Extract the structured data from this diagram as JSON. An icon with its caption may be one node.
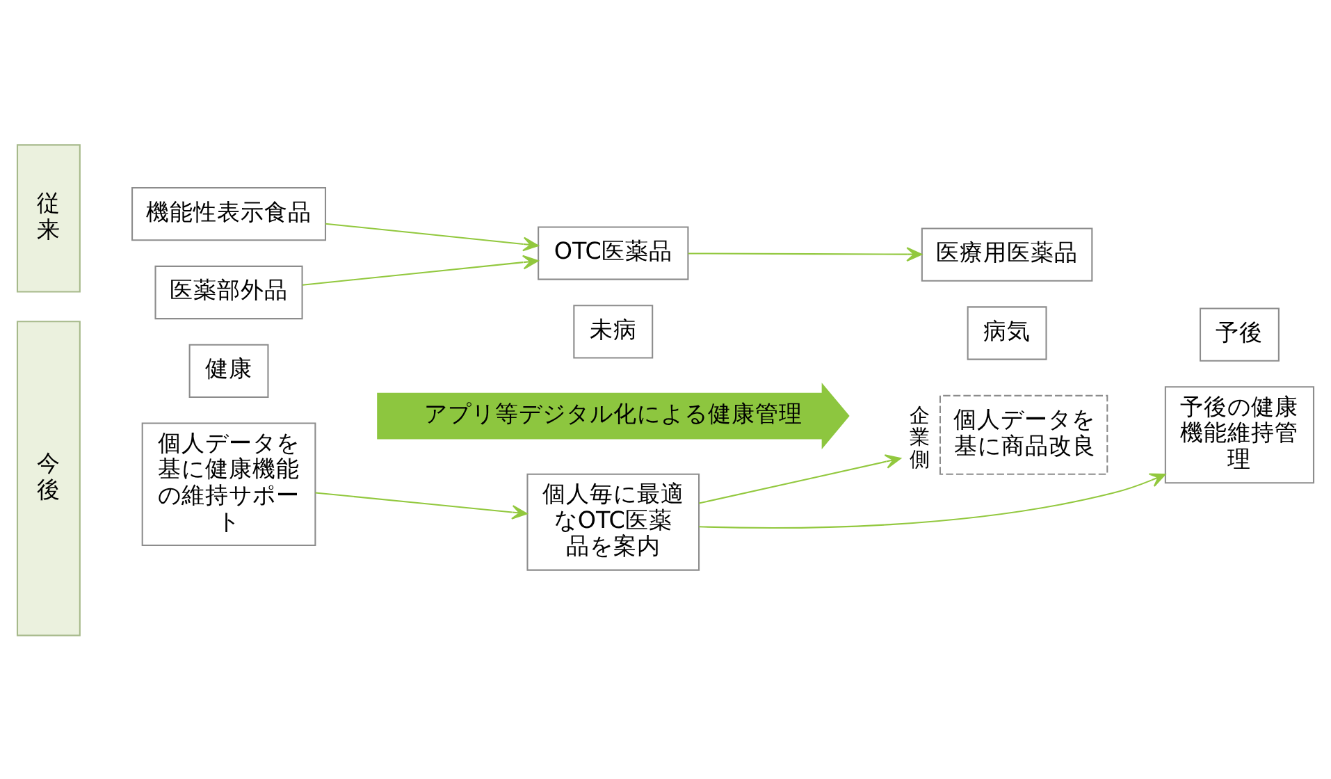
{
  "diagram": {
    "nodes": [
      {
        "text": [
          "従来"
        ]
      },
      {
        "text": [
          "機能性表示食品"
        ]
      },
      {
        "text": [
          "医薬部外品"
        ]
      },
      {
        "text": [
          "OTC医薬品"
        ]
      },
      {
        "text": [
          "医療用医薬品"
        ]
      },
      {
        "text": [
          "健康"
        ]
      },
      {
        "text": [
          "未病"
        ]
      },
      {
        "text": [
          "病気"
        ]
      },
      {
        "text": [
          "予後"
        ]
      },
      {
        "text": [
          "今後"
        ]
      },
      {
        "text": [
          "アプリ等デジタル化による健康管理"
        ]
      },
      {
        "text": [
          "個人データを基に健康機能の維持サポート"
        ]
      },
      {
        "text": [
          "個人毎に最適なOTC医薬品を案内"
        ]
      },
      {
        "text": [
          "個人データを基に商品改良"
        ],
        "beside": [
          "企業側"
        ]
      },
      {
        "text": [
          "予後の健康機能維持管理"
        ]
      }
    ],
    "edges": [
      {
        "from": 1,
        "to": 3,
        "arrow": "to"
      },
      {
        "from": 2,
        "to": 3,
        "arrow": "to"
      },
      {
        "from": 3,
        "to": 4,
        "arrow": "to"
      },
      {
        "from": 11,
        "to": 12,
        "arrow": "to"
      },
      {
        "from": 12,
        "to": 14,
        "arrow": "to"
      },
      {
        "from": 12,
        "to": 13,
        "arrow": "to"
      }
    ]
  }
}
